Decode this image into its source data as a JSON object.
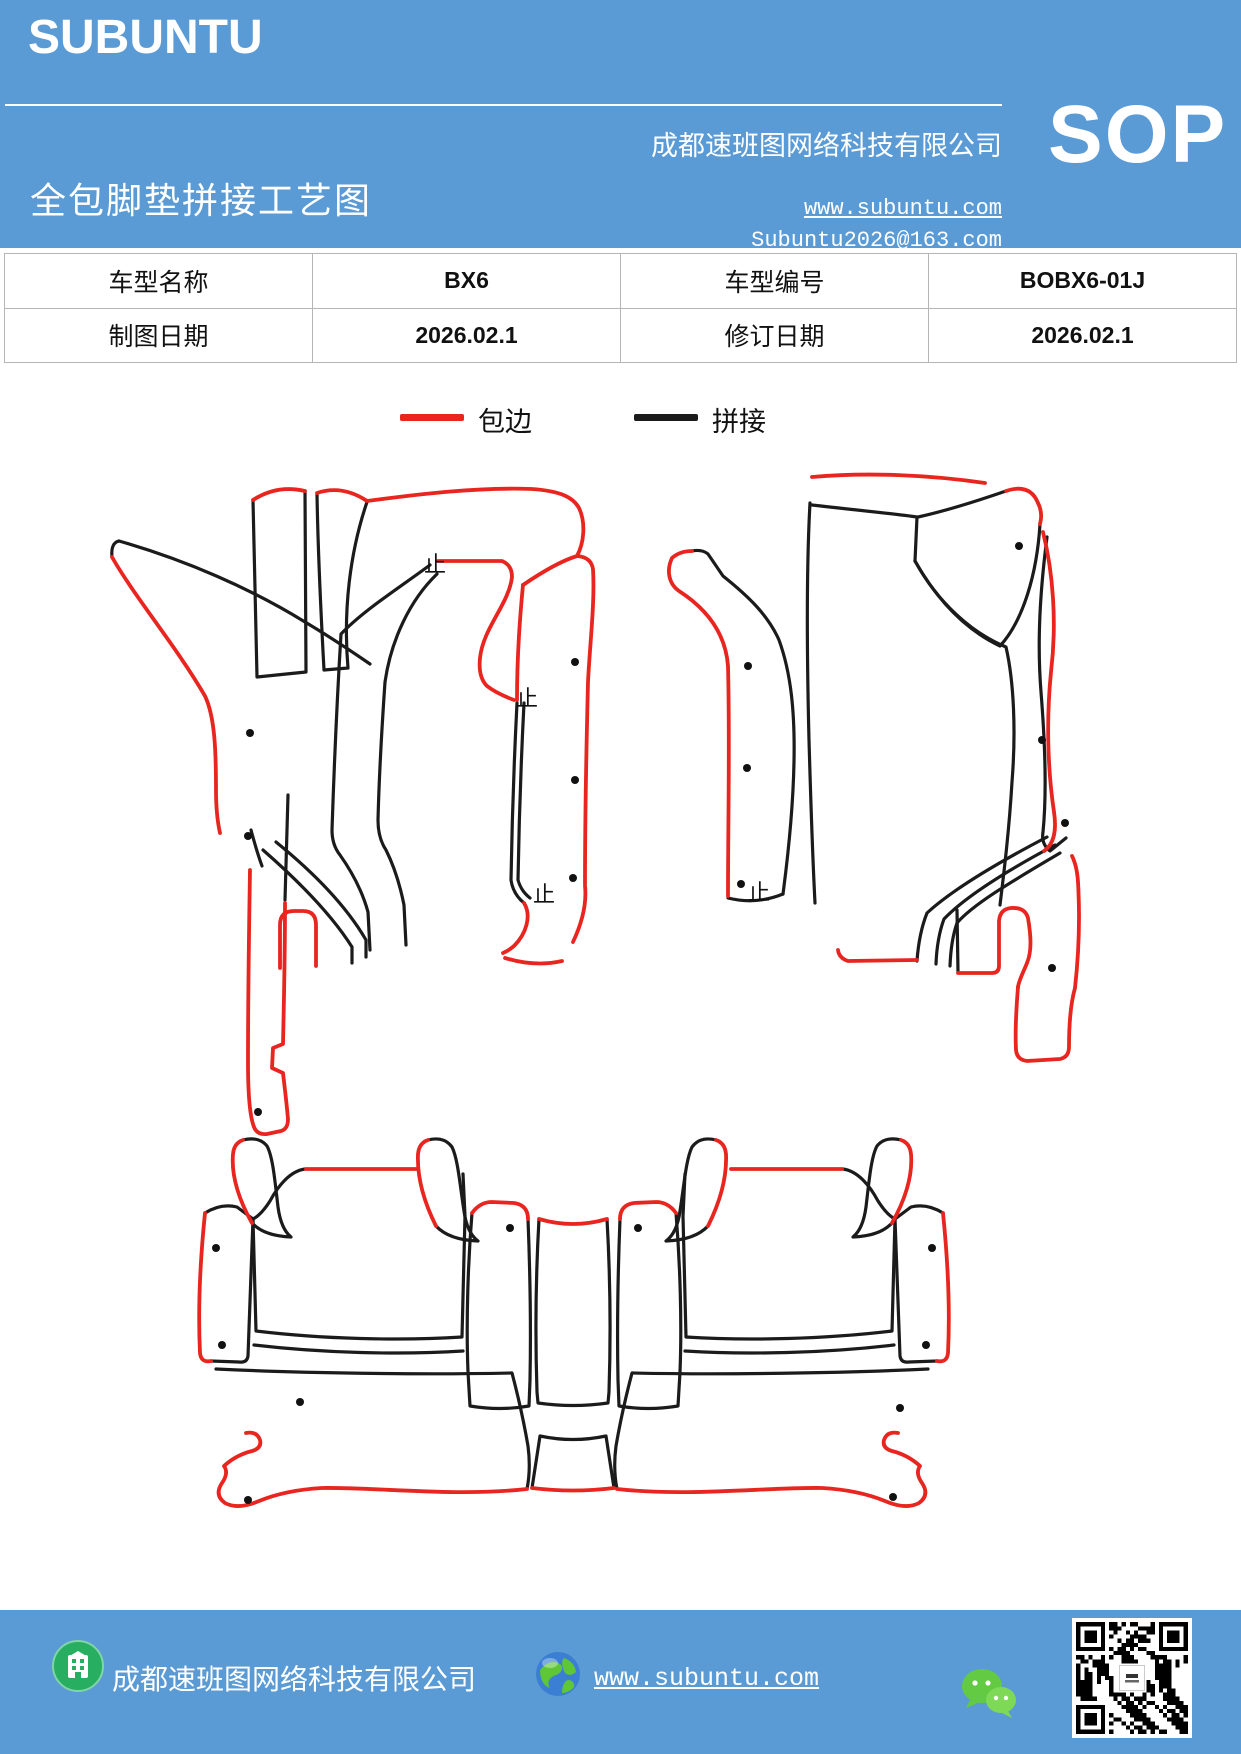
{
  "header": {
    "logo": "SUBUNTU",
    "company": "成都速班图网络科技有限公司",
    "title": "全包脚垫拼接工艺图",
    "sop_label": "SOP",
    "website": "www.subuntu.com",
    "email": "Subuntu2026@163.com"
  },
  "info_table": {
    "rows": [
      [
        {
          "label": "车型名称",
          "value": "BX6"
        },
        {
          "label": "车型编号",
          "value": "BOBX6-01J"
        }
      ],
      [
        {
          "label": "制图日期",
          "value": "2026.02.1"
        },
        {
          "label": "修订日期",
          "value": "2026.02.1"
        }
      ]
    ]
  },
  "legend": {
    "items": [
      {
        "label": "包边",
        "color": "#e8251f"
      },
      {
        "label": "拼接",
        "color": "#1b1b1b"
      }
    ]
  },
  "diagram": {
    "stop_marks": [
      {
        "label": "止"
      },
      {
        "label": "止"
      },
      {
        "label": "止"
      },
      {
        "label": "止"
      }
    ]
  },
  "footer": {
    "company": "成都速班图网络科技有限公司",
    "website": "www.subuntu.com"
  },
  "colors": {
    "accent_blue": "#5b9bd5",
    "edge_red": "#e8251f",
    "stitch_black": "#1b1b1b",
    "wechat_green": "#62ca43",
    "building_green": "#27ae60"
  }
}
